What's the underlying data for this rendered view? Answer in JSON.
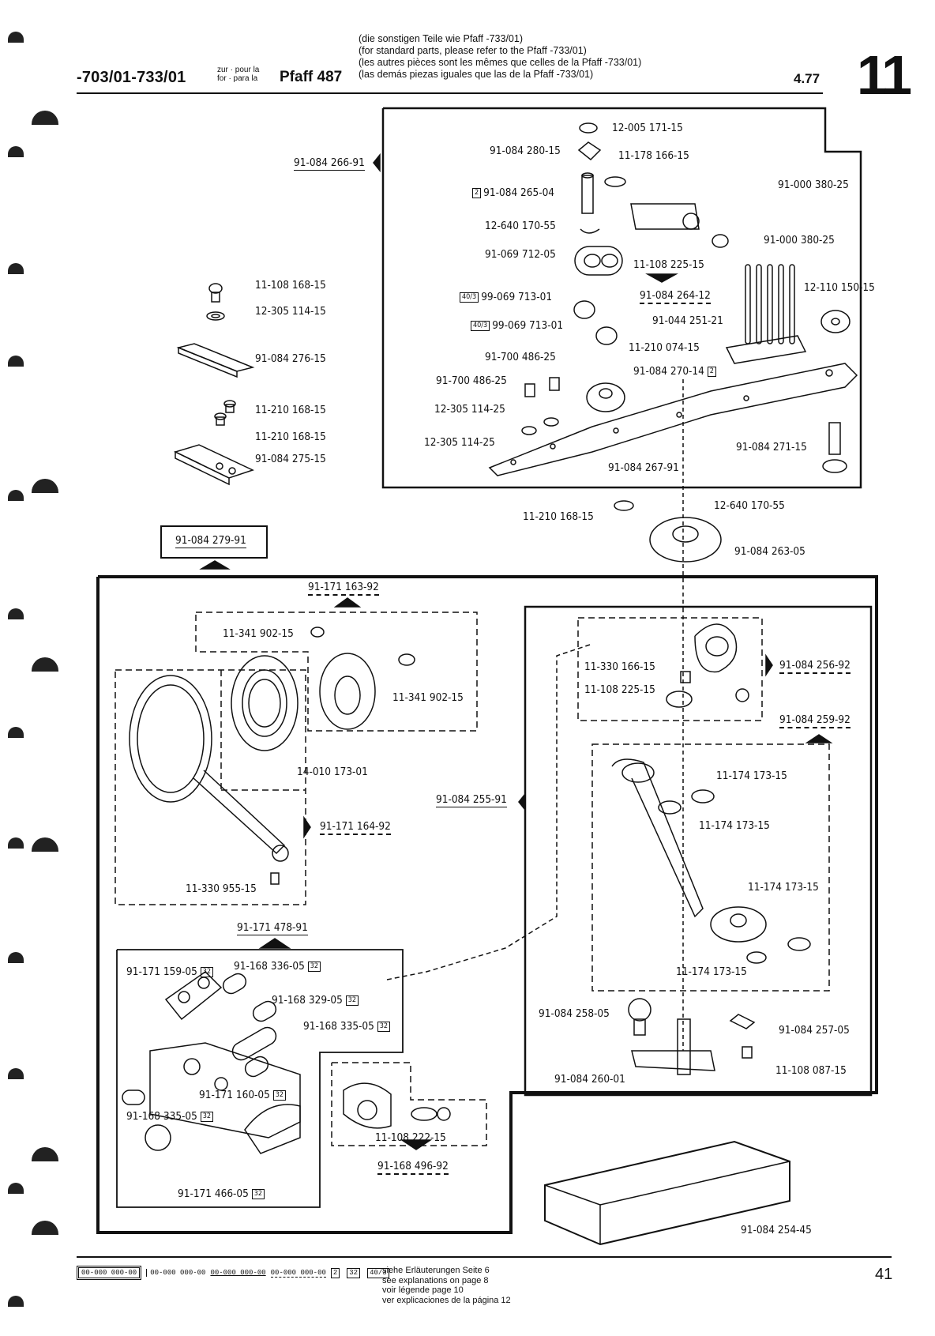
{
  "header": {
    "model_range": "-703/01-733/01",
    "zur_pour_la": "zur · pour la",
    "for_para_la": "for · para la",
    "machine": "Pfaff 487",
    "lines": [
      "(die sonstigen Teile wie Pfaff -733/01)",
      "(for standard parts, please refer to the Pfaff -733/01)",
      "(les autres pièces sont les mêmes que celles de la Pfaff -733/01)",
      "(las demás piezas iguales que las de la Pfaff -733/01)"
    ],
    "date": "4.77",
    "section": "11"
  },
  "parts": {
    "p1": "91-084 266-91",
    "p2": "12-005 171-15",
    "p3": "91-084 280-15",
    "p4": "11-178 166-15",
    "p5": "91-084 265-04",
    "p6": "12-640 170-55",
    "p7": "91-069 712-05",
    "p8": "91-000 380-25",
    "p9": "91-000 380-25",
    "p10": "11-108 225-15",
    "p11": "91-084 264-12",
    "p12": "12-110 150-15",
    "p13": "99-069 713-01",
    "p14": "99-069 713-01",
    "p15": "91-044 251-21",
    "p16": "91-700 486-25",
    "p17": "11-210 074-15",
    "p18": "91-700 486-25",
    "p19": "91-084 270-14",
    "p20": "12-305 114-25",
    "p21": "12-305 114-25",
    "p22": "91-084 271-15",
    "p23": "91-084 267-91",
    "p24": "11-108 168-15",
    "p25": "12-305 114-15",
    "p26": "91-084 276-15",
    "p27": "11-210 168-15",
    "p28": "11-210 168-15",
    "p29": "91-084 275-15",
    "p30": "91-084 279-91",
    "p31": "11-210 168-15",
    "p32": "12-640 170-55",
    "p33": "91-084 263-05",
    "p34": "91-171 163-92",
    "p35": "11-341 902-15",
    "p36": "11-341 902-15",
    "p37": "14-010 173-01",
    "p38": "91-171 164-92",
    "p39": "11-330 955-15",
    "p40": "91-171 478-91",
    "p41": "91-171 159-05",
    "p42": "91-168 336-05",
    "p43": "91-168 329-05",
    "p44": "91-168 335-05",
    "p45": "91-171 160-05",
    "p46": "91-168 335-05",
    "p47": "11-108 222-15",
    "p48": "91-168 496-92",
    "p49": "91-171 466-05",
    "p50": "11-330 166-15",
    "p51": "11-108 225-15",
    "p52": "91-084 256-92",
    "p53": "91-084 259-92",
    "p54": "91-084 255-91",
    "p55": "11-174 173-15",
    "p56": "11-174 173-15",
    "p57": "11-174 173-15",
    "p58": "11-174 173-15",
    "p59": "91-084 258-05",
    "p60": "91-084 257-05",
    "p61": "11-108 087-15",
    "p62": "91-084 260-01",
    "p63": "91-084 254-45"
  },
  "badges": {
    "b2": "2",
    "b32": "32",
    "b403": "40/3"
  },
  "footer": {
    "legend": [
      "00-000 000-00",
      "00-000 000-00",
      "00-000 000-00",
      "00-000 000-00"
    ],
    "legend_badges": [
      "2",
      "32",
      "40/3"
    ],
    "explanations": [
      "siehe Erläuterungen Seite 6",
      "see explanations on page 8",
      "voir légende page 10",
      "ver explicaciones de la página 12"
    ],
    "page": "41"
  }
}
